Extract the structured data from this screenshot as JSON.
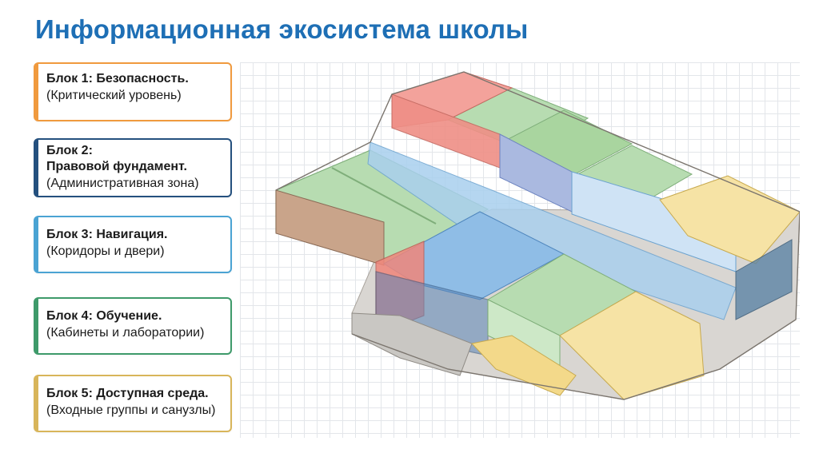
{
  "title": "Информационная экосистема школы",
  "legend": [
    {
      "head": "Блок 1: Безопасность.",
      "sub": "(Критический уровень)",
      "color": "#f09a3e"
    },
    {
      "head": "Блок 2:",
      "head2": "Правовой фундамент.",
      "sub": "(Административная зона)",
      "color": "#24507e"
    },
    {
      "head": "Блок 3: Навигация.",
      "sub": "(Коридоры и двери)",
      "color": "#4aa3d3"
    },
    {
      "head": "Блок 4: Обучение.",
      "sub": "(Кабинеты и лаборатории)",
      "color": "#3e9a6a"
    },
    {
      "head": "Блок 5: Доступная среда.",
      "sub": "(Входные группы и санузлы)",
      "color": "#d8b55a"
    }
  ],
  "zone_colors": {
    "security": "#f2837a",
    "legal": "#8fa5d6",
    "navigation": "#8cc3ea",
    "learning": "#9fd39a",
    "accessibility": "#f3dc8e"
  }
}
